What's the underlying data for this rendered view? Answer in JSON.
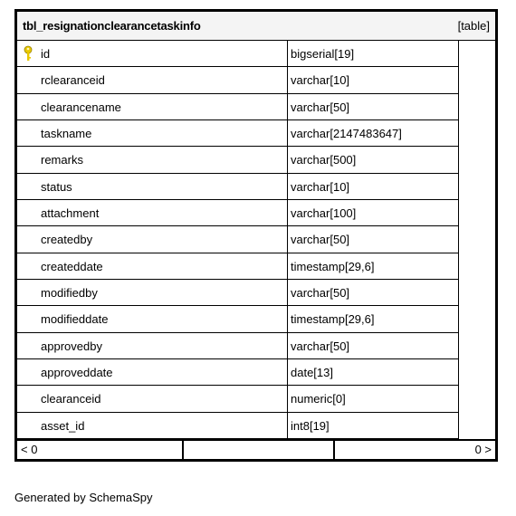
{
  "table": {
    "name": "tbl_resignationclearancetaskinfo",
    "kind": "[table]",
    "columns": [
      {
        "name": "id",
        "type": "bigserial[19]",
        "primary_key": true
      },
      {
        "name": "rclearanceid",
        "type": "varchar[10]"
      },
      {
        "name": "clearancename",
        "type": "varchar[50]"
      },
      {
        "name": "taskname",
        "type": "varchar[2147483647]"
      },
      {
        "name": "remarks",
        "type": "varchar[500]"
      },
      {
        "name": "status",
        "type": "varchar[10]"
      },
      {
        "name": "attachment",
        "type": "varchar[100]"
      },
      {
        "name": "createdby",
        "type": "varchar[50]"
      },
      {
        "name": "createddate",
        "type": "timestamp[29,6]"
      },
      {
        "name": "modifiedby",
        "type": "varchar[50]"
      },
      {
        "name": "modifieddate",
        "type": "timestamp[29,6]"
      },
      {
        "name": "approvedby",
        "type": "varchar[50]"
      },
      {
        "name": "approveddate",
        "type": "date[13]"
      },
      {
        "name": "clearanceid",
        "type": "numeric[0]"
      },
      {
        "name": "asset_id",
        "type": "int8[19]"
      }
    ],
    "footer": {
      "parents": "< 0",
      "children": "0 >"
    }
  },
  "generated_by": "Generated by SchemaSpy",
  "icons": {
    "primary_key": "key-icon"
  },
  "colors": {
    "header_bg": "#f4f4f4",
    "key_icon": "#e8c800"
  }
}
